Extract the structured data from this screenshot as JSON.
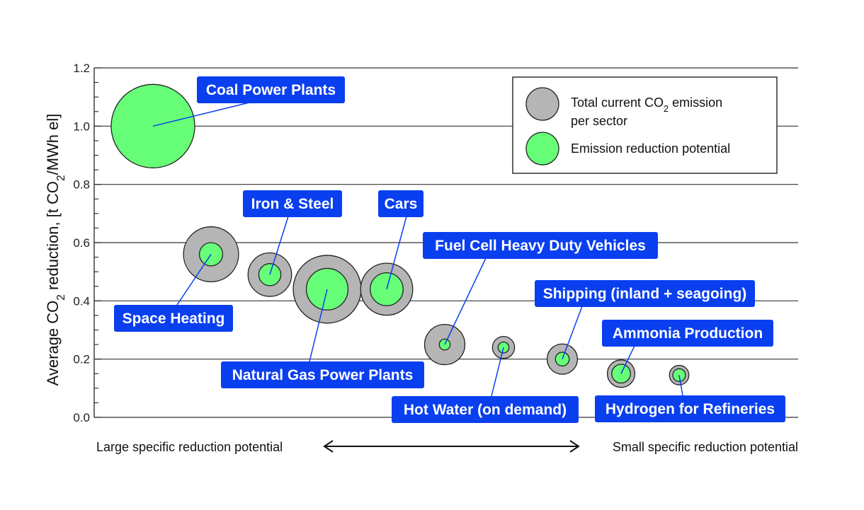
{
  "chart_data": {
    "type": "bubble",
    "title": "",
    "ylabel_parts": [
      "Average CO",
      "2",
      " reduction, [t CO",
      "2",
      "/MWh el]"
    ],
    "yticks": [
      "0.0",
      "0.2",
      "0.4",
      "0.6",
      "0.8",
      "1.0",
      "1.2"
    ],
    "ylim": [
      0,
      1.2
    ],
    "grid": true,
    "x_axis": {
      "left_label": "Large specific reduction potential",
      "right_label": "Small specific reduction potential"
    },
    "legend": {
      "placement": "top-right",
      "items": [
        {
          "label_line1_parts": [
            "Total current CO",
            "2",
            " emission"
          ],
          "label_line2": "per sector",
          "color": "#b5b5b5"
        },
        {
          "label_line1_parts": [
            "Emission reduction potential"
          ],
          "label_line2": "",
          "color": "#66ff77"
        }
      ]
    },
    "series": [
      {
        "name": "Total current CO2 emission per sector",
        "color": "#b5b5b5"
      },
      {
        "name": "Emission reduction potential",
        "color": "#66ff77"
      }
    ],
    "points": [
      {
        "label": "Coal Power Plants",
        "rank": 1,
        "y": 1.0,
        "total": 0.0,
        "reduction": 1.0
      },
      {
        "label": "Space Heating",
        "rank": 2,
        "y": 0.56,
        "total": 0.56,
        "reduction": 0.1
      },
      {
        "label": "Iron & Steel",
        "rank": 3,
        "y": 0.49,
        "total": 0.35,
        "reduction": 0.09
      },
      {
        "label": "Natural Gas Power Plants",
        "rank": 4,
        "y": 0.44,
        "total": 0.85,
        "reduction": 0.32
      },
      {
        "label": "Cars",
        "rank": 5,
        "y": 0.44,
        "total": 0.5,
        "reduction": 0.2
      },
      {
        "label": "Fuel Cell Heavy Duty Vehicles",
        "rank": 6,
        "y": 0.25,
        "total": 0.3,
        "reduction": 0.022
      },
      {
        "label": "Hot Water (on demand)",
        "rank": 7,
        "y": 0.24,
        "total": 0.09,
        "reduction": 0.022
      },
      {
        "label": "Shipping (inland + seagoing)",
        "rank": 8,
        "y": 0.2,
        "total": 0.17,
        "reduction": 0.035
      },
      {
        "label": "Ammonia Production",
        "rank": 9,
        "y": 0.15,
        "total": 0.14,
        "reduction": 0.065
      },
      {
        "label": "Hydrogen for Refineries",
        "rank": 10,
        "y": 0.145,
        "total": 0.07,
        "reduction": 0.03
      }
    ]
  },
  "style": {
    "gray_bubble_color": "#b5b5b5",
    "green_bubble_color": "#66ff77",
    "callout_color": "#0a3ff0",
    "grid_color": "#333333"
  }
}
